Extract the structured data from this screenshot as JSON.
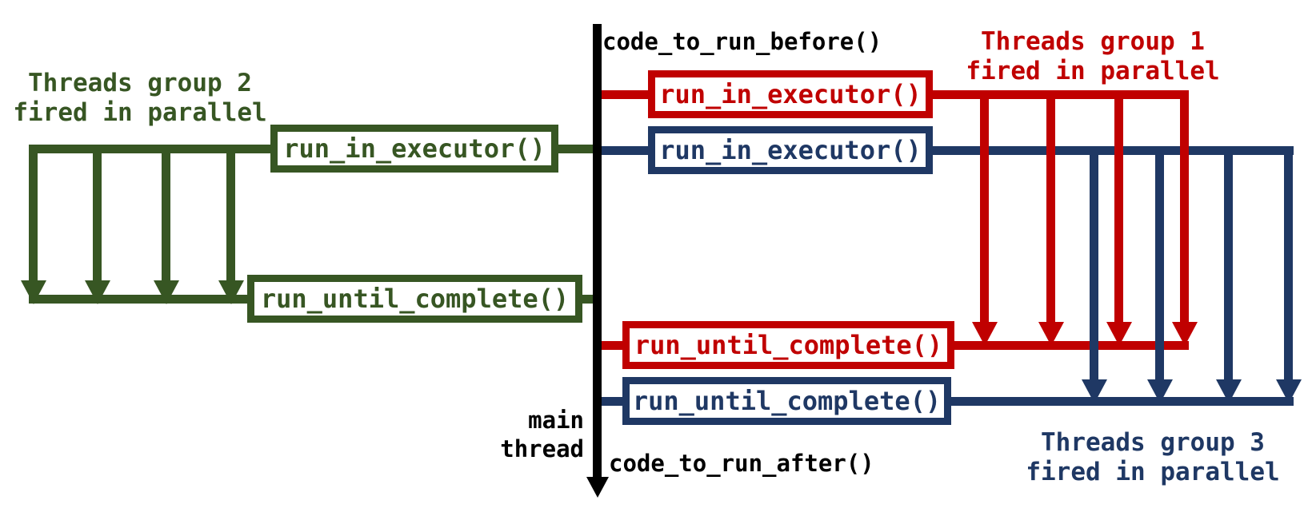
{
  "main_thread": {
    "color": "#000000",
    "code_before_label": "code_to_run_before()",
    "code_after_label": "code_to_run_after()",
    "label_line1": "main",
    "label_line2": "thread"
  },
  "groups": [
    {
      "label_line1": "Threads group 1",
      "label_line2": "fired in parallel",
      "color": "#C00000",
      "run_in_executor_label": "run_in_executor()",
      "run_until_complete_label": "run_until_complete()",
      "thread_count": 4
    },
    {
      "label_line1": "Threads group 2",
      "label_line2": "fired in parallel",
      "color": "#375623",
      "run_in_executor_label": "run_in_executor()",
      "run_until_complete_label": "run_until_complete()",
      "thread_count": 4
    },
    {
      "label_line1": "Threads group 3",
      "label_line2": "fired in parallel",
      "color": "#1F3864",
      "run_in_executor_label": "run_in_executor()",
      "run_until_complete_label": "run_until_complete()",
      "thread_count": 4
    }
  ]
}
